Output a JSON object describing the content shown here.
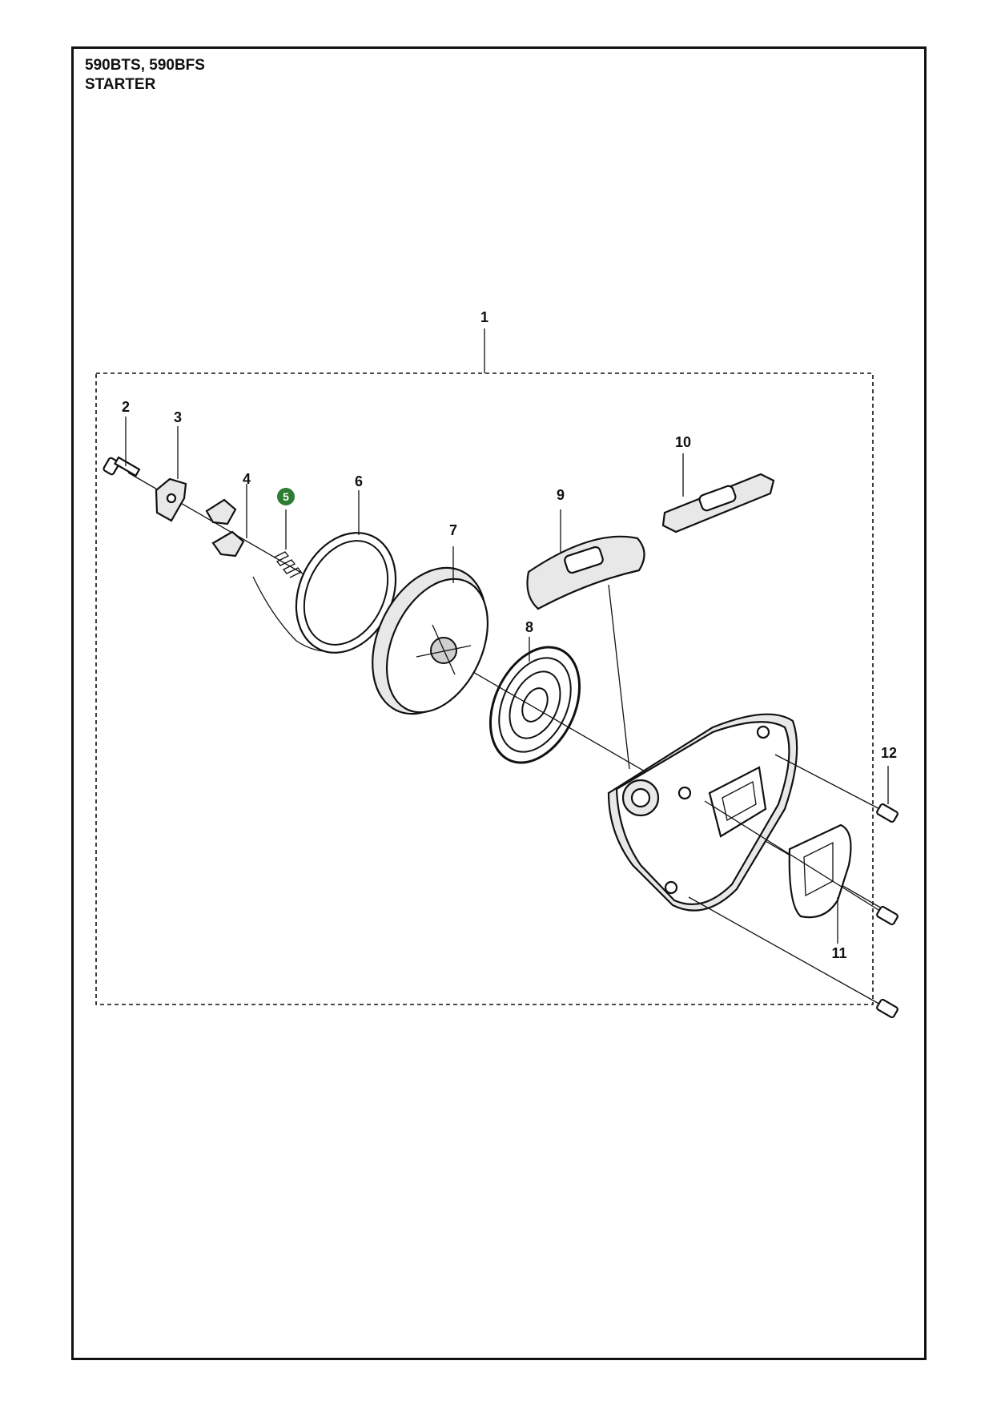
{
  "header": {
    "model": "590BTS, 590BFS",
    "section": "STARTER"
  },
  "callouts": [
    "1",
    "2",
    "3",
    "4",
    "5",
    "6",
    "7",
    "8",
    "9",
    "10",
    "11",
    "12"
  ],
  "highlight_color": "#2e7d32"
}
